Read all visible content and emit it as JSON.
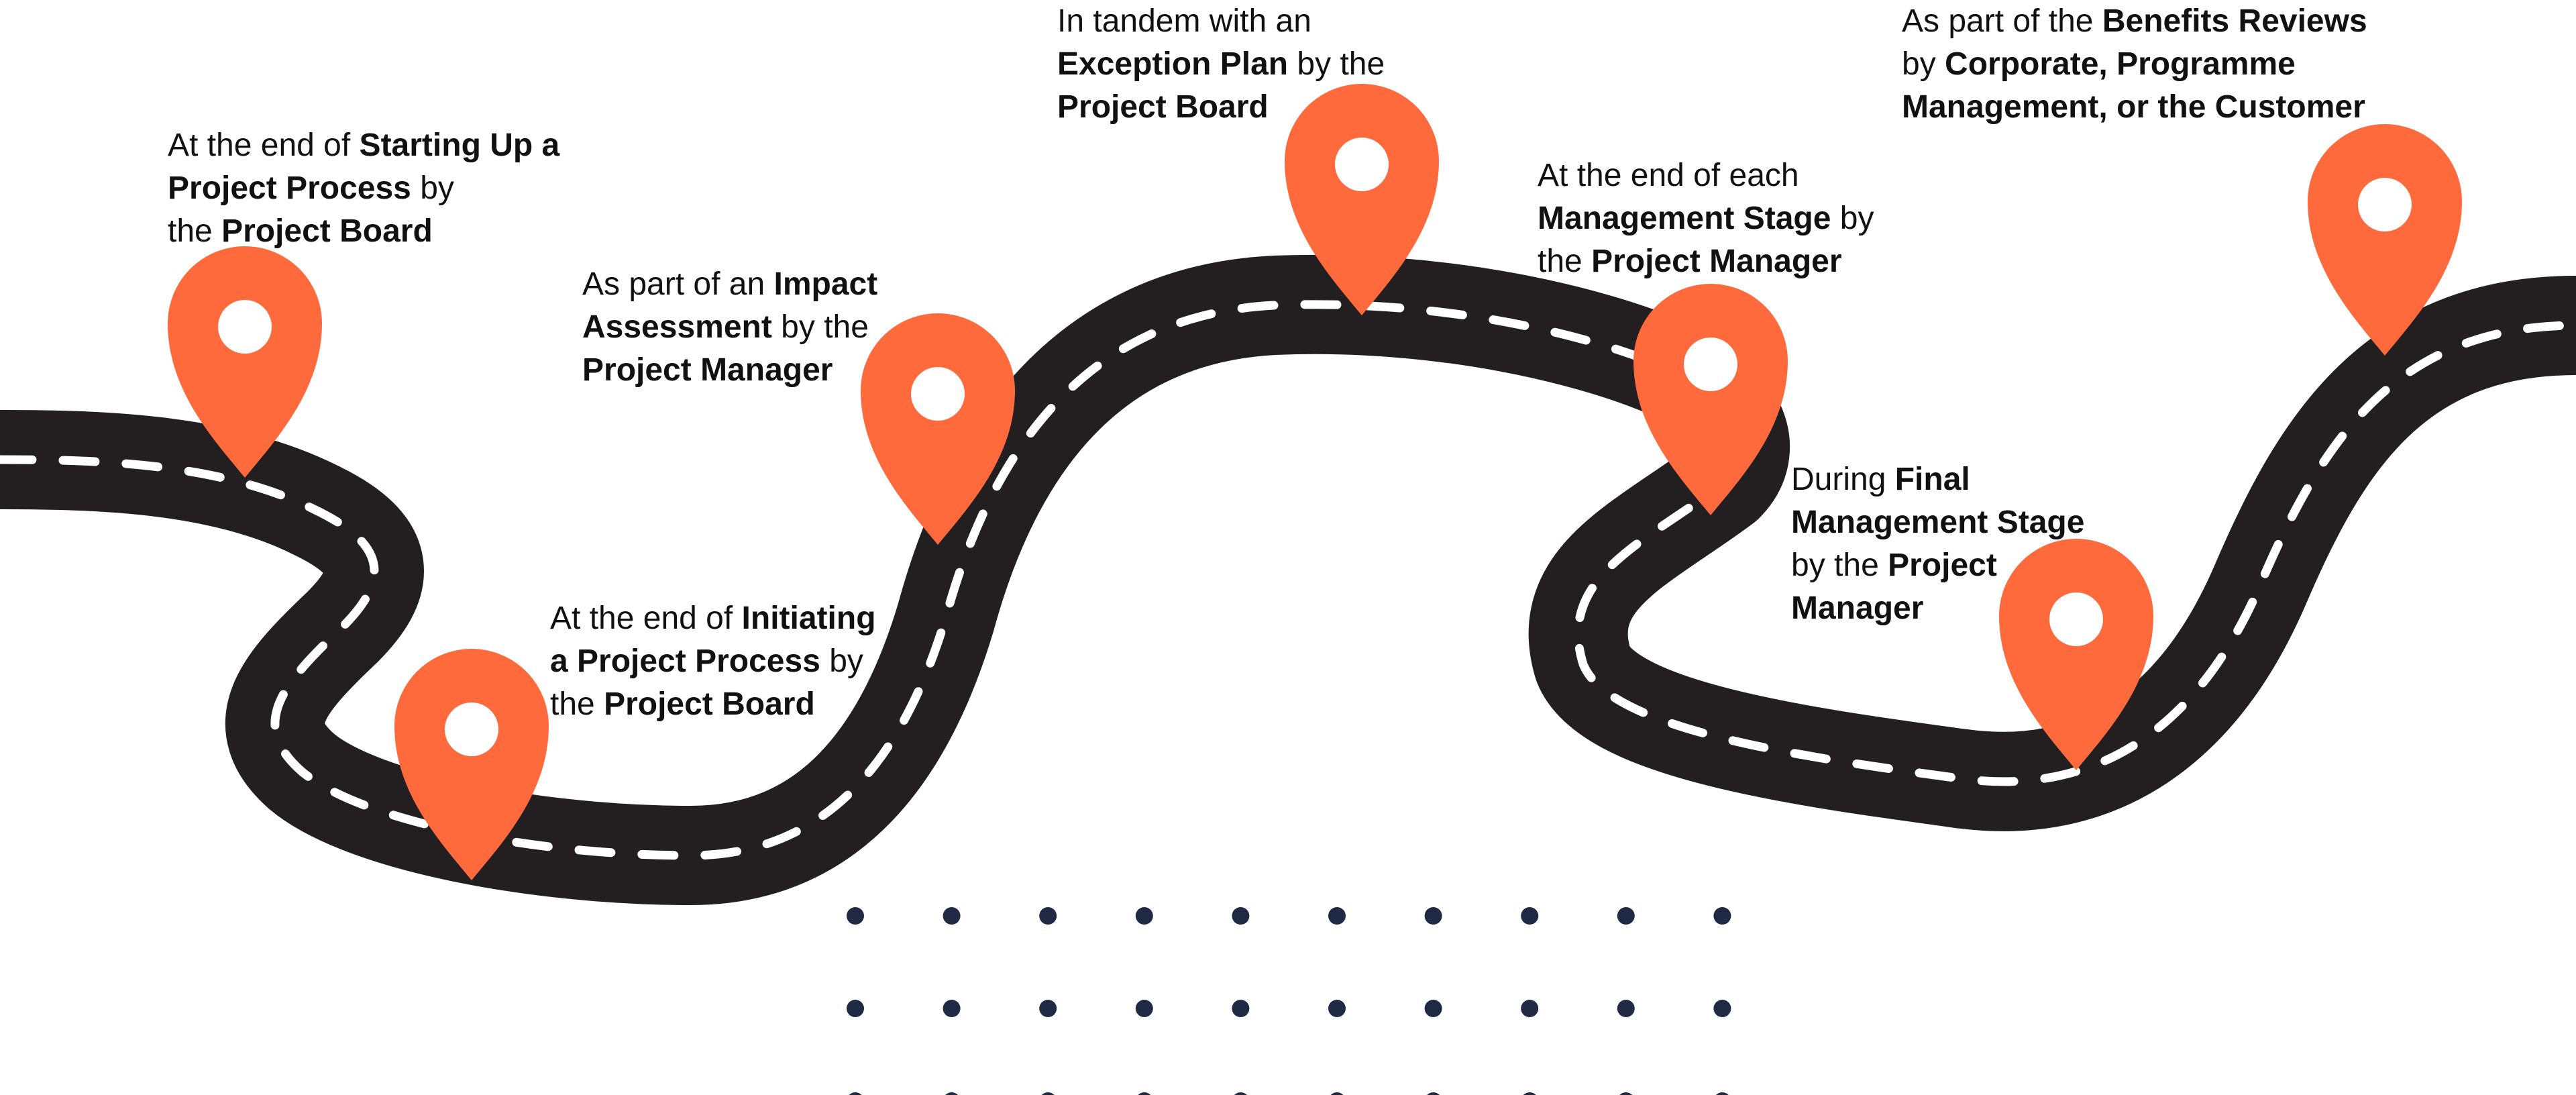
{
  "colors": {
    "road": "#231f20",
    "road_marking": "#ffffff",
    "pin": "#ff6a3d",
    "pin_hole": "#ffffff",
    "dots": "#1f2a44",
    "text": "#111111"
  },
  "icons": {
    "marker": "map-pin-icon"
  },
  "milestones": [
    {
      "lines": [
        [
          {
            "t": "At the end of ",
            "b": false
          },
          {
            "t": "Starting Up a",
            "b": true
          }
        ],
        [
          {
            "t": "Project Process",
            "b": true
          },
          {
            "t": " by",
            "b": false
          }
        ],
        [
          {
            "t": "the ",
            "b": false
          },
          {
            "t": "Project Board",
            "b": true
          }
        ]
      ]
    },
    {
      "lines": [
        [
          {
            "t": "At the end of ",
            "b": false
          },
          {
            "t": "Initiating",
            "b": true
          }
        ],
        [
          {
            "t": "a Project Process",
            "b": true
          },
          {
            "t": " by",
            "b": false
          }
        ],
        [
          {
            "t": "the ",
            "b": false
          },
          {
            "t": "Project Board",
            "b": true
          }
        ]
      ]
    },
    {
      "lines": [
        [
          {
            "t": "As part of an ",
            "b": false
          },
          {
            "t": "Impact",
            "b": true
          }
        ],
        [
          {
            "t": "Assessment",
            "b": true
          },
          {
            "t": " by the",
            "b": false
          }
        ],
        [
          {
            "t": "Project Manager",
            "b": true
          }
        ]
      ]
    },
    {
      "lines": [
        [
          {
            "t": "In tandem with an",
            "b": false
          }
        ],
        [
          {
            "t": "Exception Plan",
            "b": true
          },
          {
            "t": " by the",
            "b": false
          }
        ],
        [
          {
            "t": "Project Board",
            "b": true
          }
        ]
      ]
    },
    {
      "lines": [
        [
          {
            "t": "At the end of each",
            "b": false
          }
        ],
        [
          {
            "t": "Management Stage",
            "b": true
          },
          {
            "t": " by",
            "b": false
          }
        ],
        [
          {
            "t": "the ",
            "b": false
          },
          {
            "t": "Project Manager",
            "b": true
          }
        ]
      ]
    },
    {
      "lines": [
        [
          {
            "t": "During ",
            "b": false
          },
          {
            "t": "Final",
            "b": true
          }
        ],
        [
          {
            "t": "Management Stage",
            "b": true
          }
        ],
        [
          {
            "t": "by the ",
            "b": false
          },
          {
            "t": "Project",
            "b": true
          }
        ],
        [
          {
            "t": "Manager",
            "b": true
          }
        ]
      ]
    },
    {
      "lines": [
        [
          {
            "t": "As part of the ",
            "b": false
          },
          {
            "t": "Benefits Reviews",
            "b": true
          }
        ],
        [
          {
            "t": "by ",
            "b": false
          },
          {
            "t": "Corporate, Programme",
            "b": true
          }
        ],
        [
          {
            "t": "Management, or the Customer",
            "b": true
          }
        ]
      ]
    }
  ]
}
